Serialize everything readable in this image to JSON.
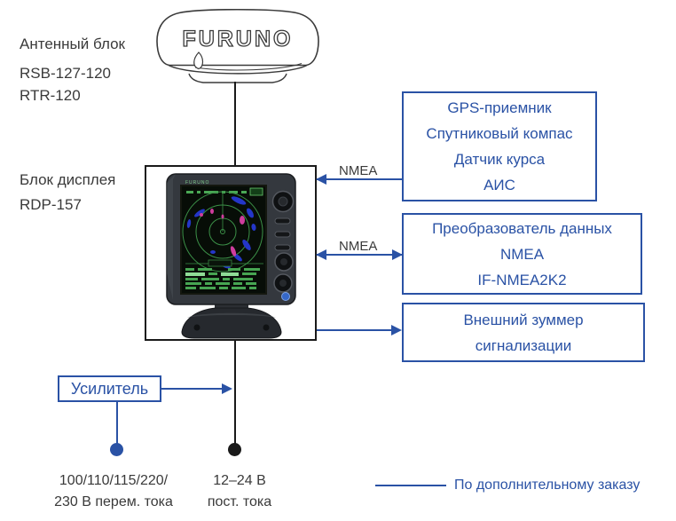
{
  "palette": {
    "accent_blue": "#2a52a5",
    "text_dark": "#3a3a3a",
    "line_black": "#1a1a1a"
  },
  "antenna": {
    "label": "Антенный блок",
    "models": [
      "RSB-127-120",
      "RTR-120"
    ],
    "brand": "FURUNO"
  },
  "display": {
    "label": "Блок дисплея",
    "model": "RDP-157",
    "screen_brand": "FURUNO"
  },
  "peripherals": {
    "sensors": {
      "lines": [
        "GPS-приемник",
        "Спутниковый компас",
        "Датчик курса",
        "АИС"
      ]
    },
    "converter": {
      "lines": [
        "Преобразователь данных",
        "NMEA",
        "IF-NMEA2K2"
      ]
    },
    "buzzer": {
      "lines": [
        "Внешний зуммер",
        "сигнализации"
      ]
    }
  },
  "connections": {
    "nmea_top": "NMEA",
    "nmea_mid": "NMEA"
  },
  "amplifier": {
    "label": "Усилитель"
  },
  "power": {
    "ac": [
      "100/110/115/220/",
      "230 В перем. тока"
    ],
    "dc": [
      "12–24 В",
      "пост. тока"
    ]
  },
  "legend": {
    "label": "По дополнительному заказу"
  }
}
